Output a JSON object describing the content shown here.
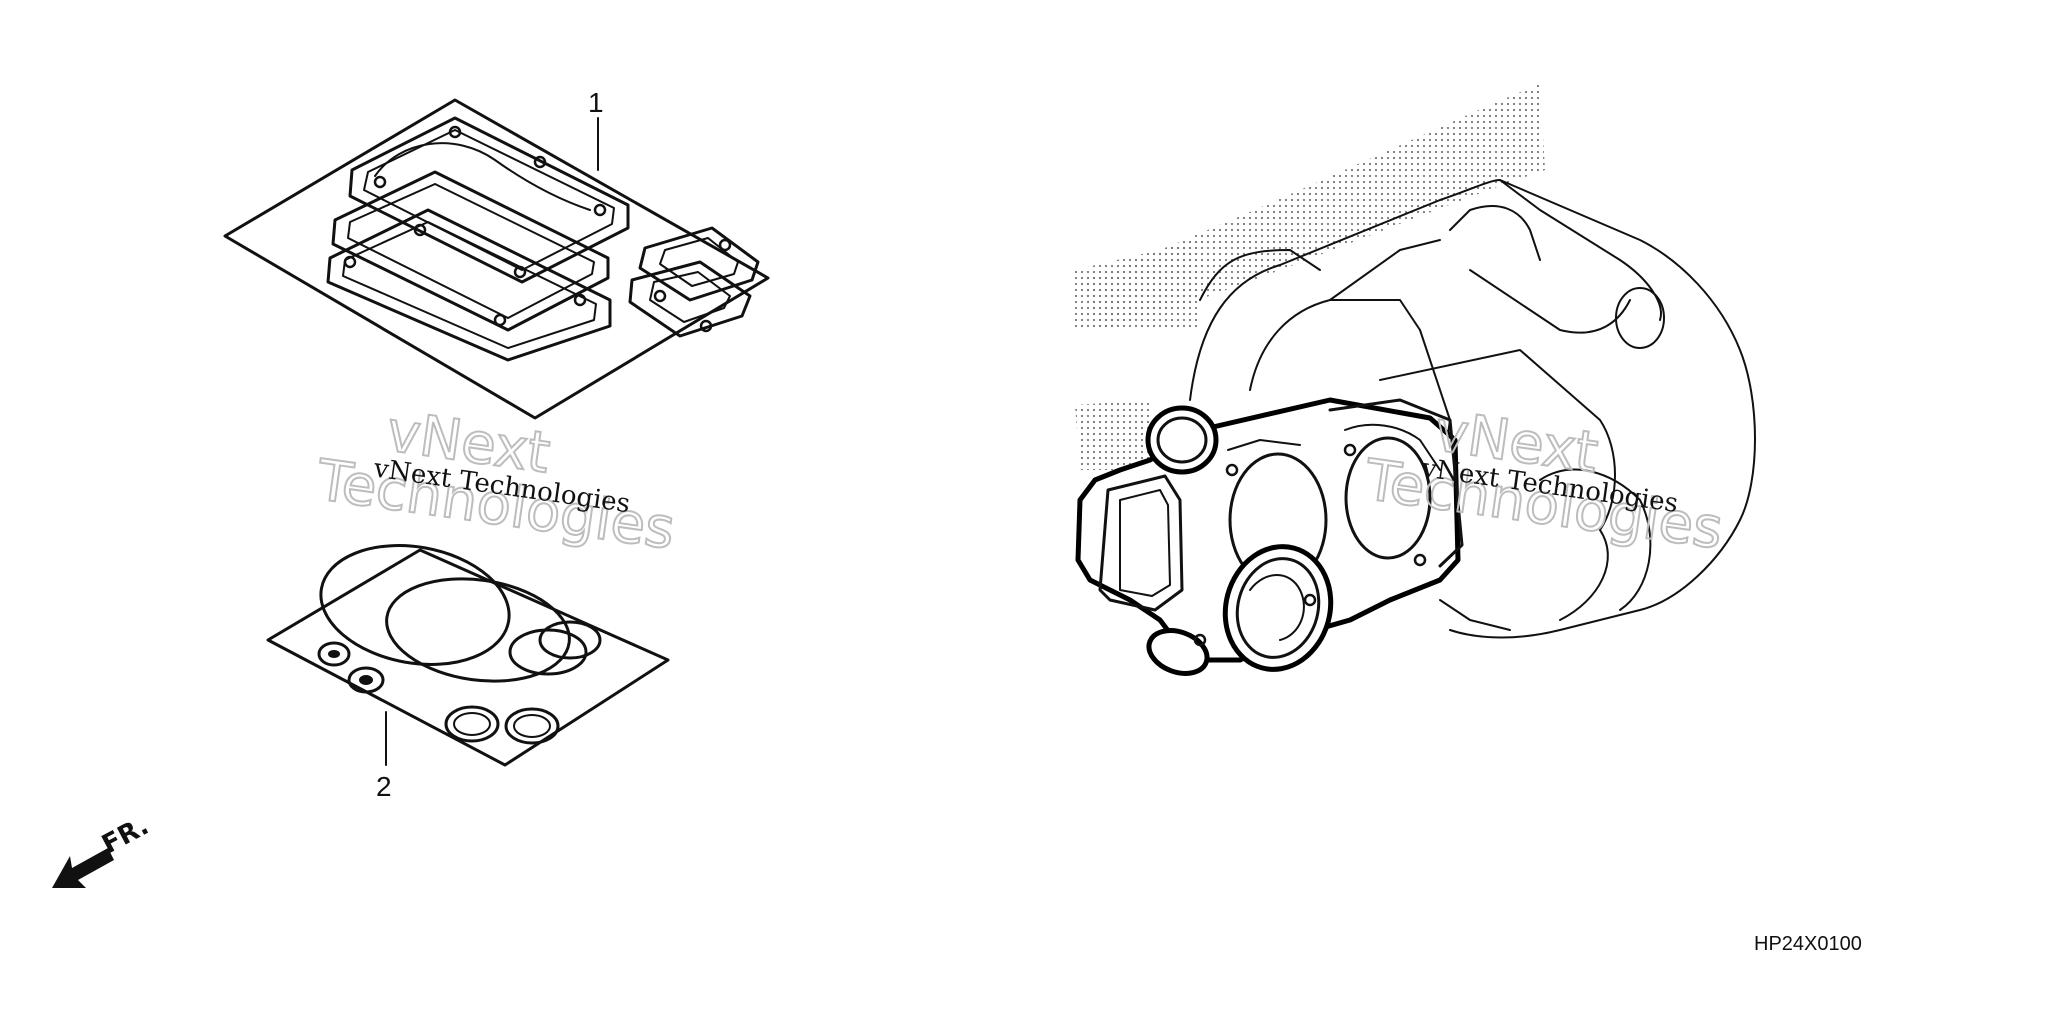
{
  "callouts": {
    "part1": "1",
    "part2": "2"
  },
  "diagram_code": "HP24X0100",
  "watermark": {
    "line1": "vNext",
    "line2": "Technologies",
    "caption": "vNext Technologies"
  },
  "direction": {
    "label": "FR."
  },
  "colors": {
    "line": "#111111",
    "watermark": "#bdbdbd",
    "stipple": "#777777"
  }
}
